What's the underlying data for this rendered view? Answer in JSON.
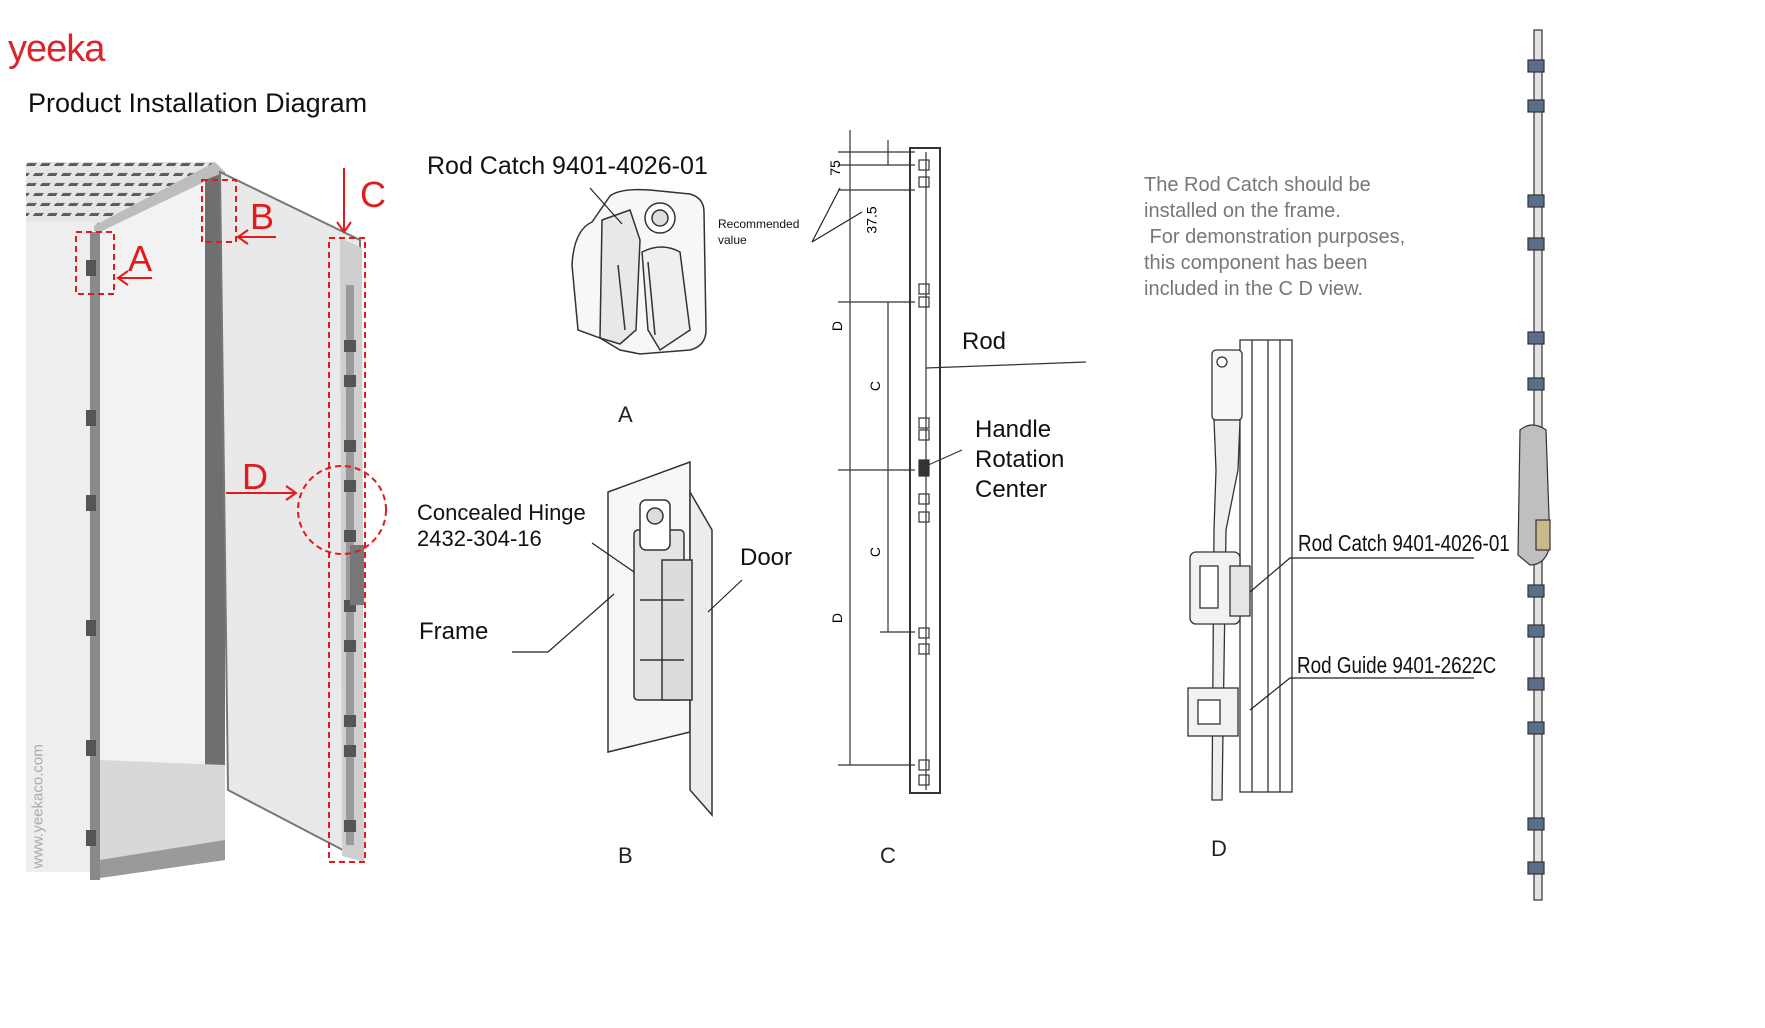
{
  "brand": {
    "logo_text": "yeeka",
    "watermark": "www.yeekaco.com"
  },
  "title": "Product Installation Diagram",
  "overview_markers": {
    "a": "A",
    "b": "B",
    "c": "C",
    "d": "D"
  },
  "view_a": {
    "label": "Rod Catch 9401-4026-01",
    "note": "Recommended value",
    "caption": "A"
  },
  "view_b": {
    "hinge_label_line1": "Concealed Hinge",
    "hinge_label_line2": "2432-304-16",
    "frame_label": "Frame",
    "door_label": "Door",
    "caption": "B"
  },
  "view_c": {
    "rod_label": "Rod",
    "handle_line1": "Handle",
    "handle_line2": "Rotation",
    "handle_line3": "Center",
    "dim_75": "75",
    "dim_375": "37.5",
    "dim_d": "D",
    "dim_c": "C",
    "caption": "C"
  },
  "note": {
    "line1": "The Rod Catch should be",
    "line2": "installed on the frame.",
    "line3": " For demonstration purposes,",
    "line4": "this component has been",
    "line5": "included in the C D view."
  },
  "view_d": {
    "rod_catch_label": "Rod Catch 9401-4026-01",
    "rod_guide_label": "Rod Guide 9401-2622C",
    "caption": "D"
  },
  "colors": {
    "brand_red": "#d9262c",
    "marker_red": "#e21a1a",
    "note_grey": "#777777"
  }
}
